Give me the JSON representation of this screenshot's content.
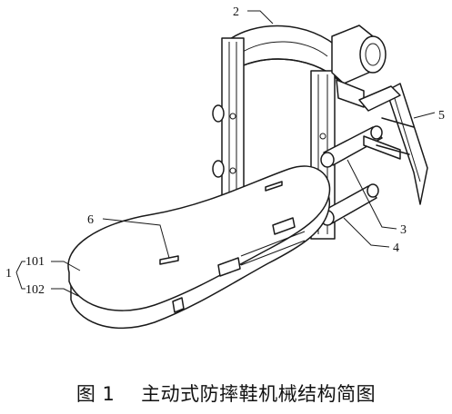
{
  "labels": {
    "l2": "2",
    "l5": "5",
    "l6": "6",
    "l3": "3",
    "l4": "4",
    "l1": "1",
    "l101": "101",
    "l102": "102"
  },
  "caption": "图 1    主动式防摔鞋机械结构简图"
}
